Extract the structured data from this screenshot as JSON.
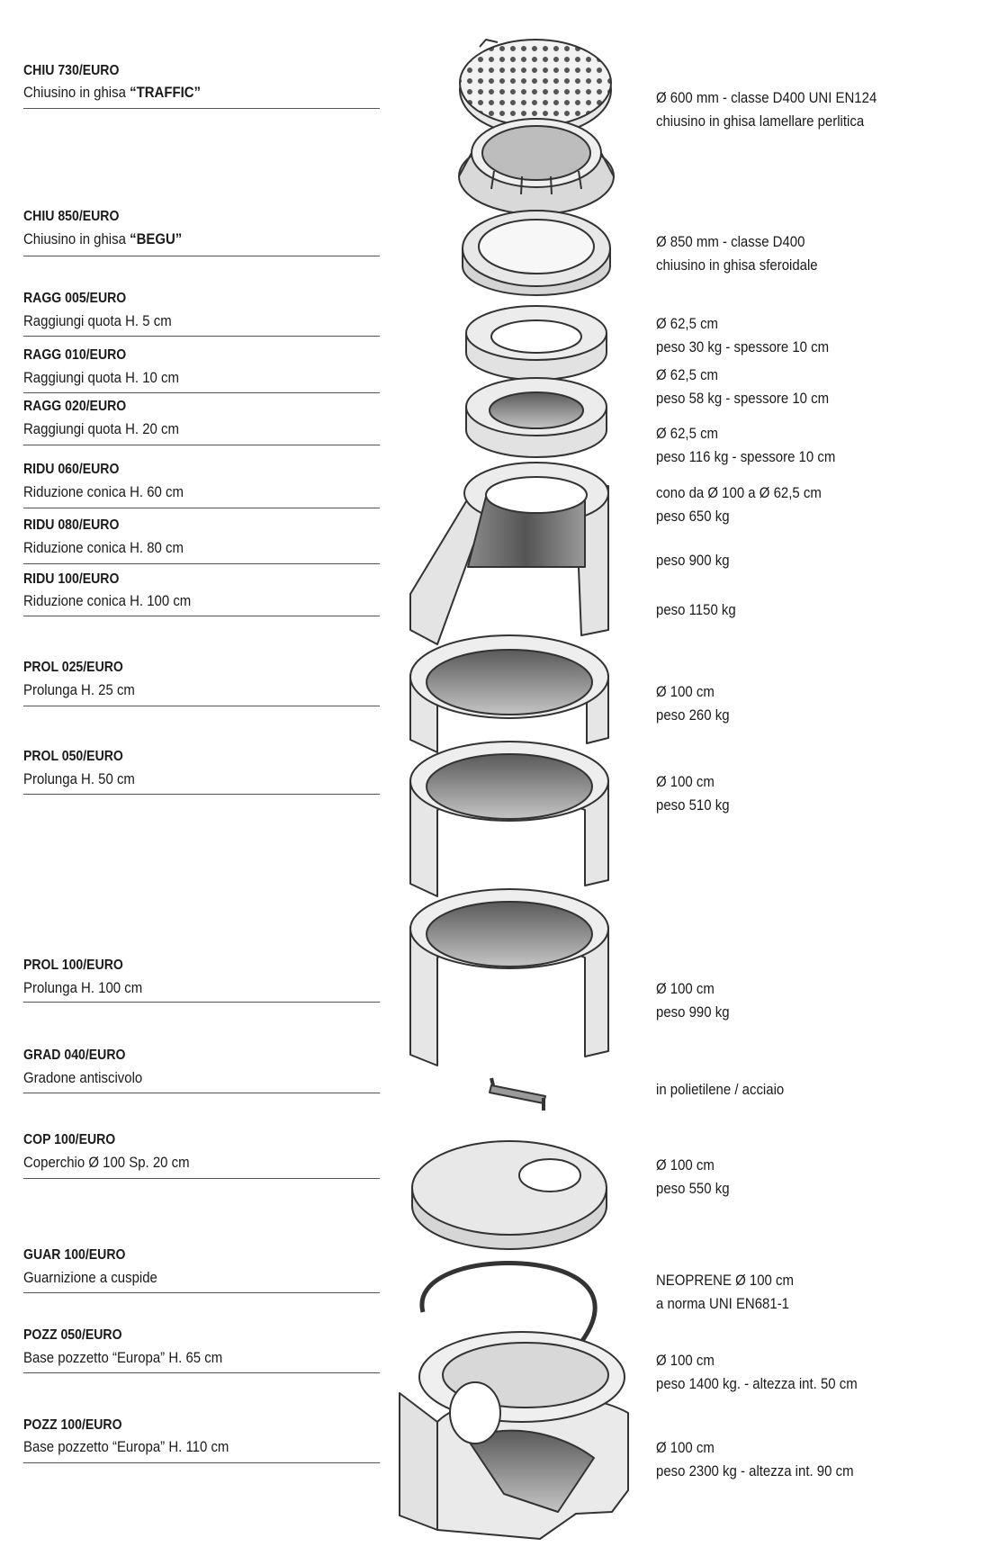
{
  "products": [
    {
      "code": "CHIU 730/EURO",
      "desc_prefix": "Chiusino in ghisa ",
      "desc_bold": "“TRAFFIC”"
    },
    {
      "code": "CHIU 850/EURO",
      "desc_prefix": "Chiusino in ghisa ",
      "desc_bold": "“BEGU”"
    },
    {
      "code": "RAGG 005/EURO",
      "desc_prefix": "Raggiungi quota H. 5 cm",
      "desc_bold": ""
    },
    {
      "code": "RAGG 010/EURO",
      "desc_prefix": "Raggiungi quota H. 10 cm",
      "desc_bold": ""
    },
    {
      "code": "RAGG 020/EURO",
      "desc_prefix": "Raggiungi quota H. 20 cm",
      "desc_bold": ""
    },
    {
      "code": "RIDU 060/EURO",
      "desc_prefix": "Riduzione conica H. 60 cm",
      "desc_bold": ""
    },
    {
      "code": "RIDU 080/EURO",
      "desc_prefix": "Riduzione conica H. 80 cm",
      "desc_bold": ""
    },
    {
      "code": "RIDU 100/EURO",
      "desc_prefix": "Riduzione conica H. 100 cm",
      "desc_bold": ""
    },
    {
      "code": "PROL 025/EURO",
      "desc_prefix": "Prolunga H. 25 cm",
      "desc_bold": ""
    },
    {
      "code": "PROL 050/EURO",
      "desc_prefix": "Prolunga H. 50 cm",
      "desc_bold": ""
    },
    {
      "code": "PROL 100/EURO",
      "desc_prefix": "Prolunga H. 100 cm",
      "desc_bold": ""
    },
    {
      "code": "GRAD 040/EURO",
      "desc_prefix": "Gradone antiscivolo",
      "desc_bold": ""
    },
    {
      "code": "COP 100/EURO",
      "desc_prefix": "Coperchio Ø 100 Sp. 20 cm",
      "desc_bold": ""
    },
    {
      "code": "GUAR 100/EURO",
      "desc_prefix": "Guarnizione a cuspide",
      "desc_bold": ""
    },
    {
      "code": "POZZ 050/EURO",
      "desc_prefix": "Base pozzetto “Europa” H. 65 cm",
      "desc_bold": ""
    },
    {
      "code": "POZZ 100/EURO",
      "desc_prefix": "Base pozzetto “Europa” H. 110 cm",
      "desc_bold": ""
    }
  ],
  "specs": [
    {
      "line1": "Ø 600 mm - classe D400 UNI EN124",
      "line2": "chiusino in ghisa lamellare perlitica"
    },
    {
      "line1": "Ø 850 mm - classe D400",
      "line2": "chiusino in ghisa sferoidale"
    },
    {
      "line1": "Ø 62,5 cm",
      "line2": "peso 30 kg - spessore 10 cm"
    },
    {
      "line1": "Ø 62,5 cm",
      "line2": "peso 58 kg - spessore 10 cm"
    },
    {
      "line1": "Ø 62,5 cm",
      "line2": "peso 116 kg - spessore 10 cm"
    },
    {
      "line1": "cono da Ø 100 a Ø 62,5 cm",
      "line2": "peso 650 kg"
    },
    {
      "line1": "peso 900 kg",
      "line2": ""
    },
    {
      "line1": "peso 1150 kg",
      "line2": ""
    },
    {
      "line1": "Ø 100 cm",
      "line2": "peso 260 kg"
    },
    {
      "line1": "Ø 100 cm",
      "line2": "peso 510 kg"
    },
    {
      "line1": "Ø 100 cm",
      "line2": "peso 990 kg"
    },
    {
      "line1": "in polietilene / acciaio",
      "line2": ""
    },
    {
      "line1": "Ø 100 cm",
      "line2": "peso 550 kg"
    },
    {
      "line1": "NEOPRENE Ø 100 cm",
      "line2": "a norma UNI EN681-1"
    },
    {
      "line1": "Ø 100 cm",
      "line2": "peso 1400 kg. - altezza int. 50 cm"
    },
    {
      "line1": "Ø 100 cm",
      "line2": "peso 2300 kg - altezza int. 90 cm"
    }
  ],
  "colors": {
    "text": "#1a1a1a",
    "rule": "#555555",
    "concrete": "#e6e6e6",
    "concrete_dark": "#777777",
    "outline": "#333333"
  }
}
